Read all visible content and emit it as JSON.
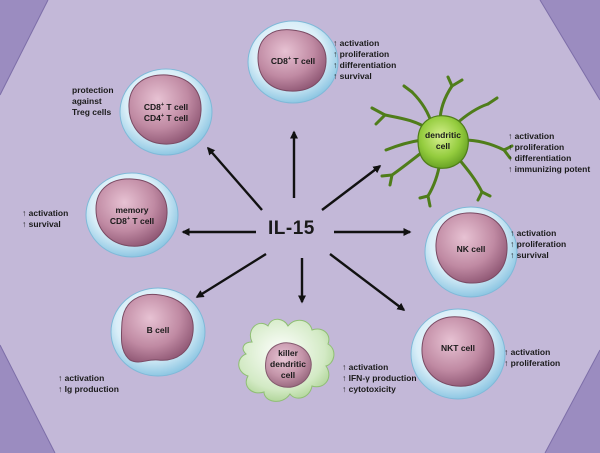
{
  "center_label": "IL-15",
  "up_arrow": "↑",
  "cells": {
    "cd8_top": {
      "name": "CD8",
      "sup": "+",
      "suffix": " T cell",
      "effects": [
        "activation",
        "proliferation",
        "differentiation",
        "survival"
      ]
    },
    "cd8_cd4": {
      "line1": "CD8",
      "line1_sup": "+",
      "line1_suffix": "  T cell",
      "line2": "CD4",
      "line2_sup": "+",
      "line2_suffix": "  T cell",
      "note": [
        "protection",
        "against",
        "Treg cells"
      ]
    },
    "memory": {
      "line1": "memory",
      "line2": "CD8",
      "line2_sup": "+",
      "line2_suffix": " T cell",
      "effects": [
        "activation",
        "survival"
      ]
    },
    "dendritic": {
      "line1": "dendritic",
      "line2": "cell",
      "effects": [
        "activation",
        "proliferation",
        "differentiation",
        "immunizing potent"
      ]
    },
    "nk": {
      "name": "NK cell",
      "effects": [
        "activation",
        "proliferation",
        "survival"
      ]
    },
    "b": {
      "name": "B cell",
      "effects": [
        "activation",
        "Ig production"
      ]
    },
    "killer_dc": {
      "line1": "killer",
      "line2": "dendritic",
      "line3": "cell",
      "effects": [
        "activation",
        "IFN-γ production",
        "cytotoxicity"
      ]
    },
    "nkt": {
      "name": "NKT cell",
      "effects": [
        "activation",
        "proliferation"
      ]
    }
  },
  "colors": {
    "background": "#c3b8d8",
    "corner": "#9b8cc0",
    "cell_fill": "#b9809a",
    "cell_halo": "#bfe2f2",
    "dendritic_fill": "#8ec83c",
    "killer_dc_fill": "#cfe6bf",
    "arrow": "#111111"
  }
}
